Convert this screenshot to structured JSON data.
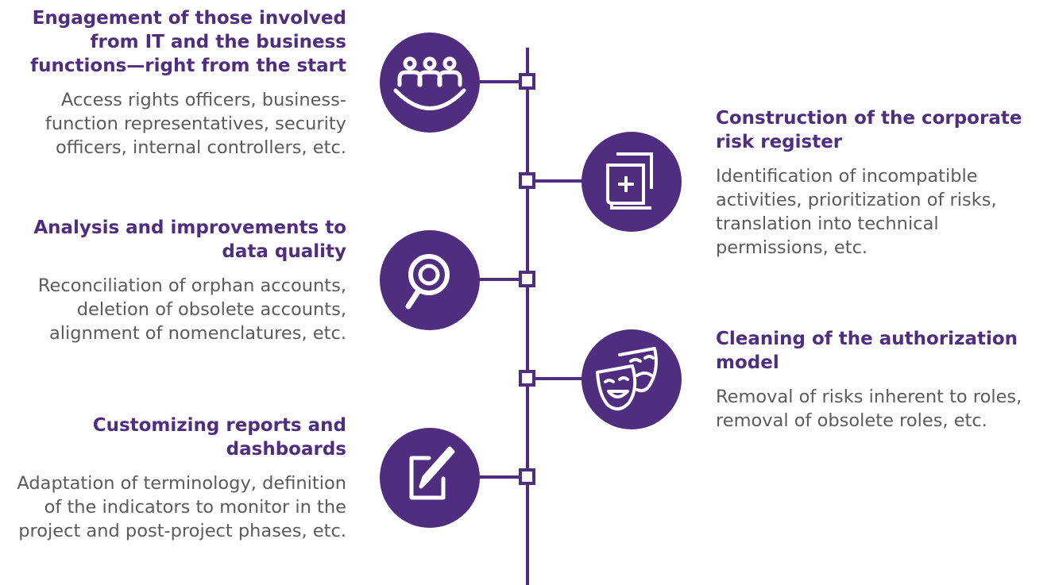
{
  "accent_color": "#4f2d7f",
  "text_color": "#5b5b5b",
  "steps": [
    {
      "title": "Engagement of those involved from IT and the business functions—right from the start",
      "description": "Access rights officers, business-function representatives, security officers, internal controllers, etc.",
      "icon": "people-smile-icon"
    },
    {
      "title": "Construction of the corporate risk register",
      "description": "Identification of incompatible activities, prioritization of risks, translation into technical permissions, etc.",
      "icon": "register-plus-icon"
    },
    {
      "title": "Analysis and improvements to data quality",
      "description": "Reconciliation of orphan accounts, deletion of obsolete accounts, alignment of nomenclatures, etc.",
      "icon": "magnifier-icon"
    },
    {
      "title": "Cleaning of the authorization model",
      "description": "Removal of risks inherent to roles, removal of obsolete roles, etc.",
      "icon": "theater-masks-icon"
    },
    {
      "title": "Customizing reports and dashboards",
      "description": "Adaptation of terminology, definition of the indicators to monitor in the project and post-project phases, etc.",
      "icon": "edit-note-icon"
    }
  ]
}
